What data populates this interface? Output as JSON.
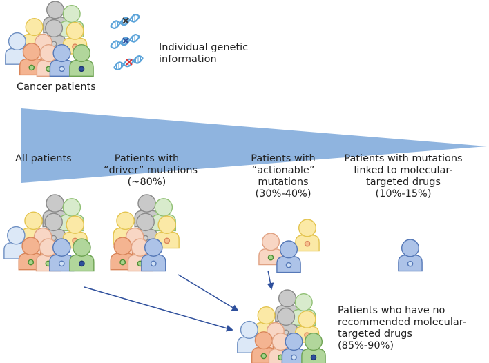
{
  "header": {
    "patients_label": "Cancer patients",
    "genetic_label_line1": "Individual genetic",
    "genetic_label_line2": "information"
  },
  "stages": [
    {
      "line1": "All patients",
      "line2": "",
      "line3": ""
    },
    {
      "line1": "Patients with",
      "line2": "“driver” mutations",
      "line3": "(~80%)"
    },
    {
      "line1": "Patients with",
      "line2": "“actionable”",
      "line3": "mutations",
      "line4": "(30%-40%)"
    },
    {
      "line1": "Patients with mutations",
      "line2": "linked to molecular-",
      "line3": "targeted drugs",
      "line4": "(10%-15%)"
    }
  ],
  "outcome": {
    "line1": "Patients who have no",
    "line2": "recommended molecular-",
    "line3": "targeted drugs",
    "line4": "(85%-90%)"
  },
  "colors": {
    "funnel": "#8fb4df",
    "arrow": "#2e4f9c",
    "dna_strand": "#5ba3d9",
    "marker_dark": "#333333",
    "marker_blue": "#2e4f9c",
    "marker_red": "#e03030"
  },
  "icons": {
    "dna": "dna-icon",
    "person": "person-icon",
    "arrow": "arrow-icon"
  }
}
